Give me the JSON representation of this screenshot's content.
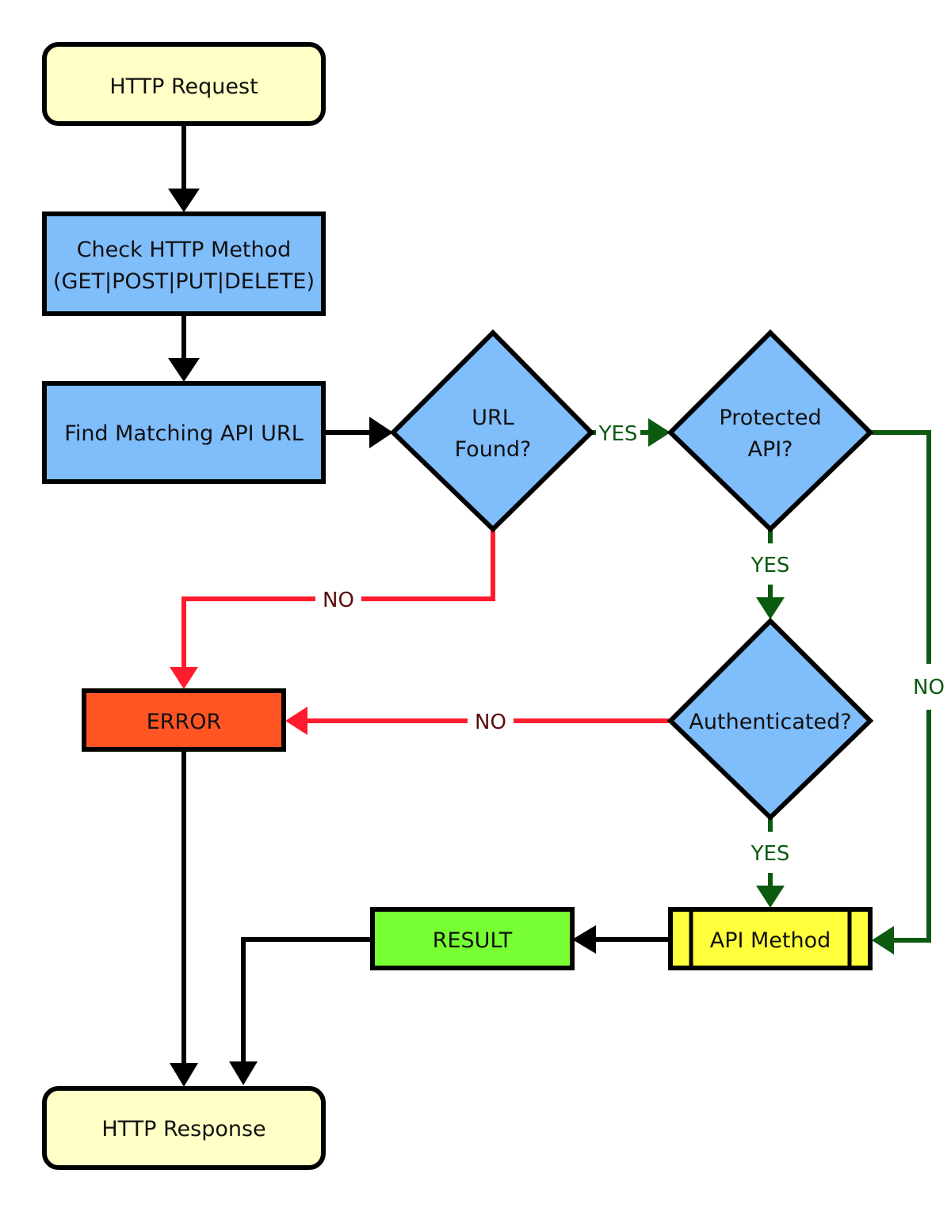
{
  "colors": {
    "terminal_fill": "#ffffc6",
    "process_fill": "#80bdfb",
    "decision_fill": "#80bdfb",
    "error_fill": "#ff5522",
    "result_fill": "#77ff33",
    "method_fill": "#ffff3b",
    "stroke": "#000000",
    "yes_path": "#0b5a10",
    "no_path_error": "#ff1c2e",
    "no_label_error": "#5a0c0c",
    "no_path_bypass": "#0b5a10"
  },
  "nodes": {
    "http_request": "HTTP Request",
    "check_method": {
      "line1": "Check HTTP Method",
      "line2": "(GET|POST|PUT|DELETE)"
    },
    "find_url": "Find Matching API URL",
    "url_found": {
      "line1": "URL",
      "line2": "Found?"
    },
    "protected_api": {
      "line1": "Protected",
      "line2": "API?"
    },
    "authenticated": "Authenticated?",
    "error": "ERROR",
    "api_method": "API Method",
    "result": "RESULT",
    "http_response": "HTTP Response"
  },
  "edges": {
    "url_found_yes": "YES",
    "url_found_no": "NO",
    "protected_yes": "YES",
    "protected_no": "NO",
    "auth_yes": "YES",
    "auth_no": "NO"
  }
}
